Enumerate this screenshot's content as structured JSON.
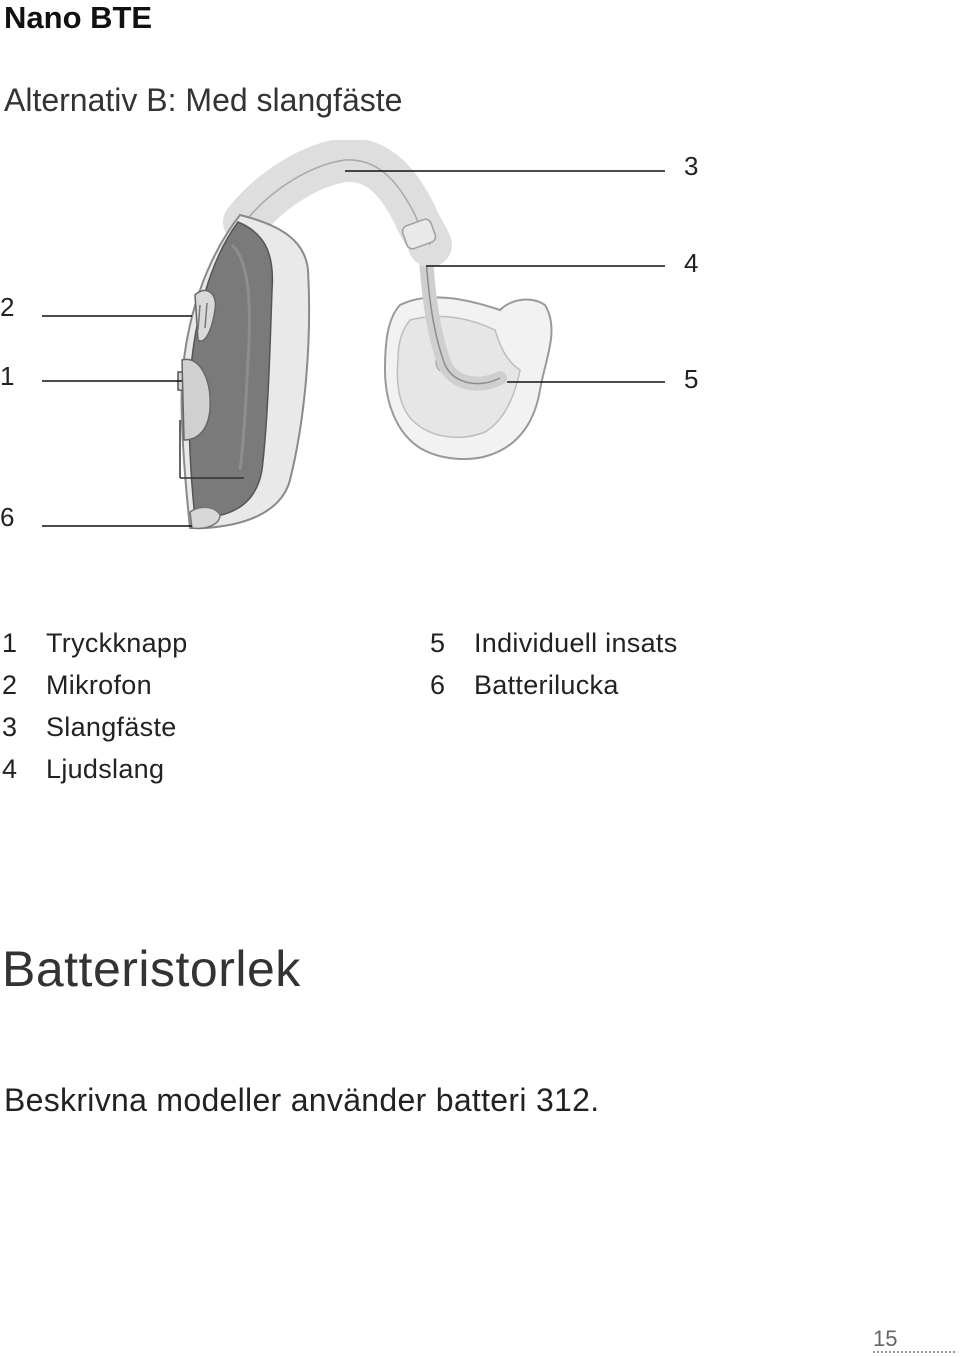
{
  "header": {
    "title": "Nano BTE"
  },
  "subtitle": "Alternativ B: Med slangfäste",
  "figure": {
    "callouts": [
      "3",
      "4",
      "2",
      "1",
      "5",
      "6"
    ]
  },
  "legend": {
    "left": [
      {
        "num": "1",
        "label": "Tryckknapp"
      },
      {
        "num": "2",
        "label": "Mikrofon"
      },
      {
        "num": "3",
        "label": "Slangfäste"
      },
      {
        "num": "4",
        "label": "Ljudslang"
      }
    ],
    "right": [
      {
        "num": "5",
        "label": "Individuell insats"
      },
      {
        "num": "6",
        "label": "Batterilucka"
      }
    ]
  },
  "section": {
    "heading": "Batteristorlek",
    "body": "Beskrivna modeller använder batteri 312."
  },
  "footer": {
    "page_number": "15"
  }
}
